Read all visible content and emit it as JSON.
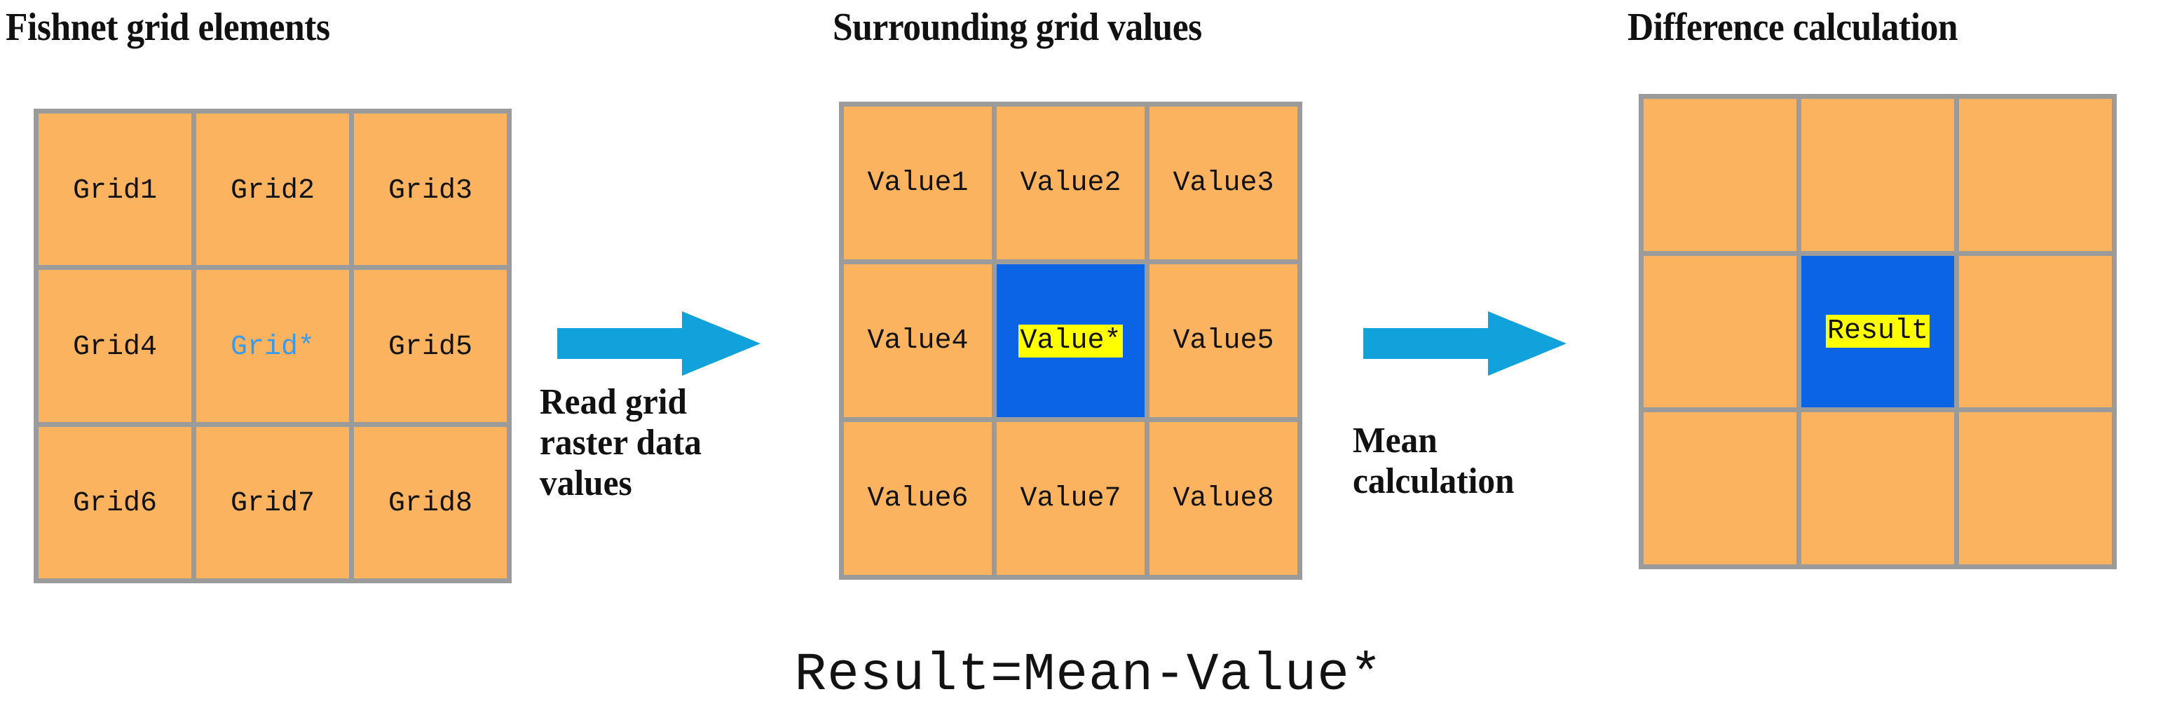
{
  "figure": {
    "formula": "Result=Mean-Value*",
    "colors": {
      "cell_fill": "#FBB360",
      "grid_line": "#9B9B9B",
      "center_cell": "#0B63E5",
      "highlight": "#FFFF00",
      "arrow": "#11A2DC",
      "accent_text": "#3B9BE8",
      "text": "#121212",
      "background": "#FFFFFF"
    }
  },
  "panels": [
    {
      "id": "fishnet",
      "title": "Fishnet grid elements",
      "cells": [
        {
          "label": "Grid1",
          "style": "normal"
        },
        {
          "label": "Grid2",
          "style": "normal"
        },
        {
          "label": "Grid3",
          "style": "normal"
        },
        {
          "label": "Grid4",
          "style": "normal"
        },
        {
          "label": "Grid*",
          "style": "accent"
        },
        {
          "label": "Grid5",
          "style": "normal"
        },
        {
          "label": "Grid6",
          "style": "normal"
        },
        {
          "label": "Grid7",
          "style": "normal"
        },
        {
          "label": "Grid8",
          "style": "normal"
        }
      ]
    },
    {
      "id": "surrounding",
      "title": "Surrounding grid values",
      "cells": [
        {
          "label": "Value1",
          "style": "normal"
        },
        {
          "label": "Value2",
          "style": "normal"
        },
        {
          "label": "Value3",
          "style": "normal"
        },
        {
          "label": "Value4",
          "style": "normal"
        },
        {
          "label": "Value*",
          "style": "highlight-on-blue"
        },
        {
          "label": "Value5",
          "style": "normal"
        },
        {
          "label": "Value6",
          "style": "normal"
        },
        {
          "label": "Value7",
          "style": "normal"
        },
        {
          "label": "Value8",
          "style": "normal"
        }
      ]
    },
    {
      "id": "difference",
      "title": "Difference calculation",
      "cells": [
        {
          "label": "",
          "style": "normal"
        },
        {
          "label": "",
          "style": "normal"
        },
        {
          "label": "",
          "style": "normal"
        },
        {
          "label": "",
          "style": "normal"
        },
        {
          "label": "Result",
          "style": "highlight-on-blue"
        },
        {
          "label": "",
          "style": "normal"
        },
        {
          "label": "",
          "style": "normal"
        },
        {
          "label": "",
          "style": "normal"
        },
        {
          "label": "",
          "style": "normal"
        }
      ]
    }
  ],
  "steps": [
    {
      "id": "step-1",
      "arrow": "right-arrow-icon",
      "caption": "Read grid\nraster data\nvalues"
    },
    {
      "id": "step-2",
      "arrow": "right-arrow-icon",
      "caption": "Mean\ncalculation"
    }
  ]
}
